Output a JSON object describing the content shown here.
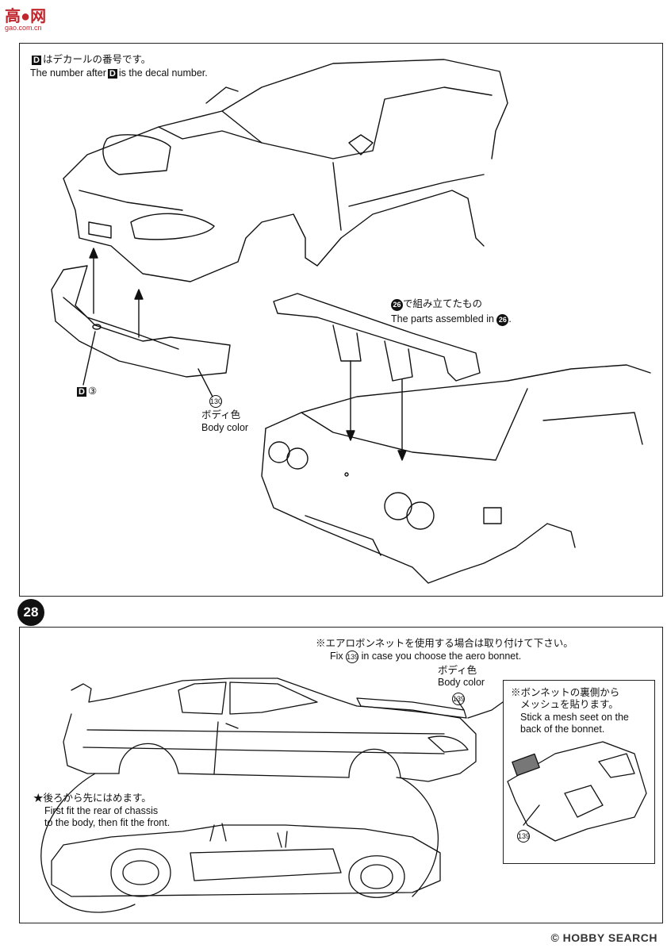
{
  "site_logo": {
    "main": "高●网",
    "sub": "gao.com.cn"
  },
  "step_top": {
    "decal_note_jp": "はデカールの番号です。",
    "decal_note_en_pre": "The number after",
    "decal_note_en_post": "is the decal number.",
    "decal_letter": "D",
    "decal_ref": "③",
    "part_130": "130",
    "body_color_jp": "ボディ色",
    "body_color_en": "Body color",
    "assembled_num": "26",
    "assembled_jp": "で組み立てたもの",
    "assembled_en": "The parts assembled in",
    "assembled_en_end": "."
  },
  "step_28": {
    "number": "28",
    "note_jp": "※エアロボンネットを使用する場合は取り付けて下さい。",
    "note_en_pre": "Fix",
    "note_en_post": "in case you choose the aero bonnet.",
    "part_139": "139",
    "body_color_jp": "ボディ色",
    "body_color_en": "Body color",
    "mesh_jp_1": "※ボンネットの裏側から",
    "mesh_jp_2": "メッシュを貼ります。",
    "mesh_en_1": "Stick a mesh seet on the",
    "mesh_en_2": "back of the bonnet.",
    "fit_jp": "★後ろから先にはめます。",
    "fit_en_1": "First fit the rear of chassis",
    "fit_en_2": "to the body, then fit the front."
  },
  "watermark": "© HOBBY SEARCH"
}
